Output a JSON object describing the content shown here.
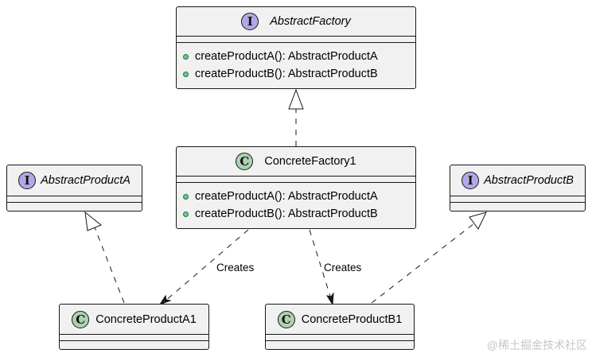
{
  "diagram": {
    "abstract_factory": {
      "stereotype": "I",
      "name": "AbstractFactory",
      "methods": [
        "createProductA(): AbstractProductA",
        "createProductB(): AbstractProductB"
      ]
    },
    "concrete_factory": {
      "stereotype": "C",
      "name": "ConcreteFactory1",
      "methods": [
        "createProductA(): AbstractProductA",
        "createProductB(): AbstractProductB"
      ]
    },
    "abstract_product_a": {
      "stereotype": "I",
      "name": "AbstractProductA"
    },
    "abstract_product_b": {
      "stereotype": "I",
      "name": "AbstractProductB"
    },
    "concrete_product_a1": {
      "stereotype": "C",
      "name": "ConcreteProductA1"
    },
    "concrete_product_b1": {
      "stereotype": "C",
      "name": "ConcreteProductB1"
    },
    "relations": {
      "creates_a_label": "Creates",
      "creates_b_label": "Creates"
    },
    "colors": {
      "class_fill": "#f1f1f1",
      "border": "#181818",
      "interface_badge": "#b4a7e5",
      "class_badge": "#add1b2",
      "method_dot": "#84be84"
    }
  },
  "watermark": "@稀土掘金技术社区"
}
